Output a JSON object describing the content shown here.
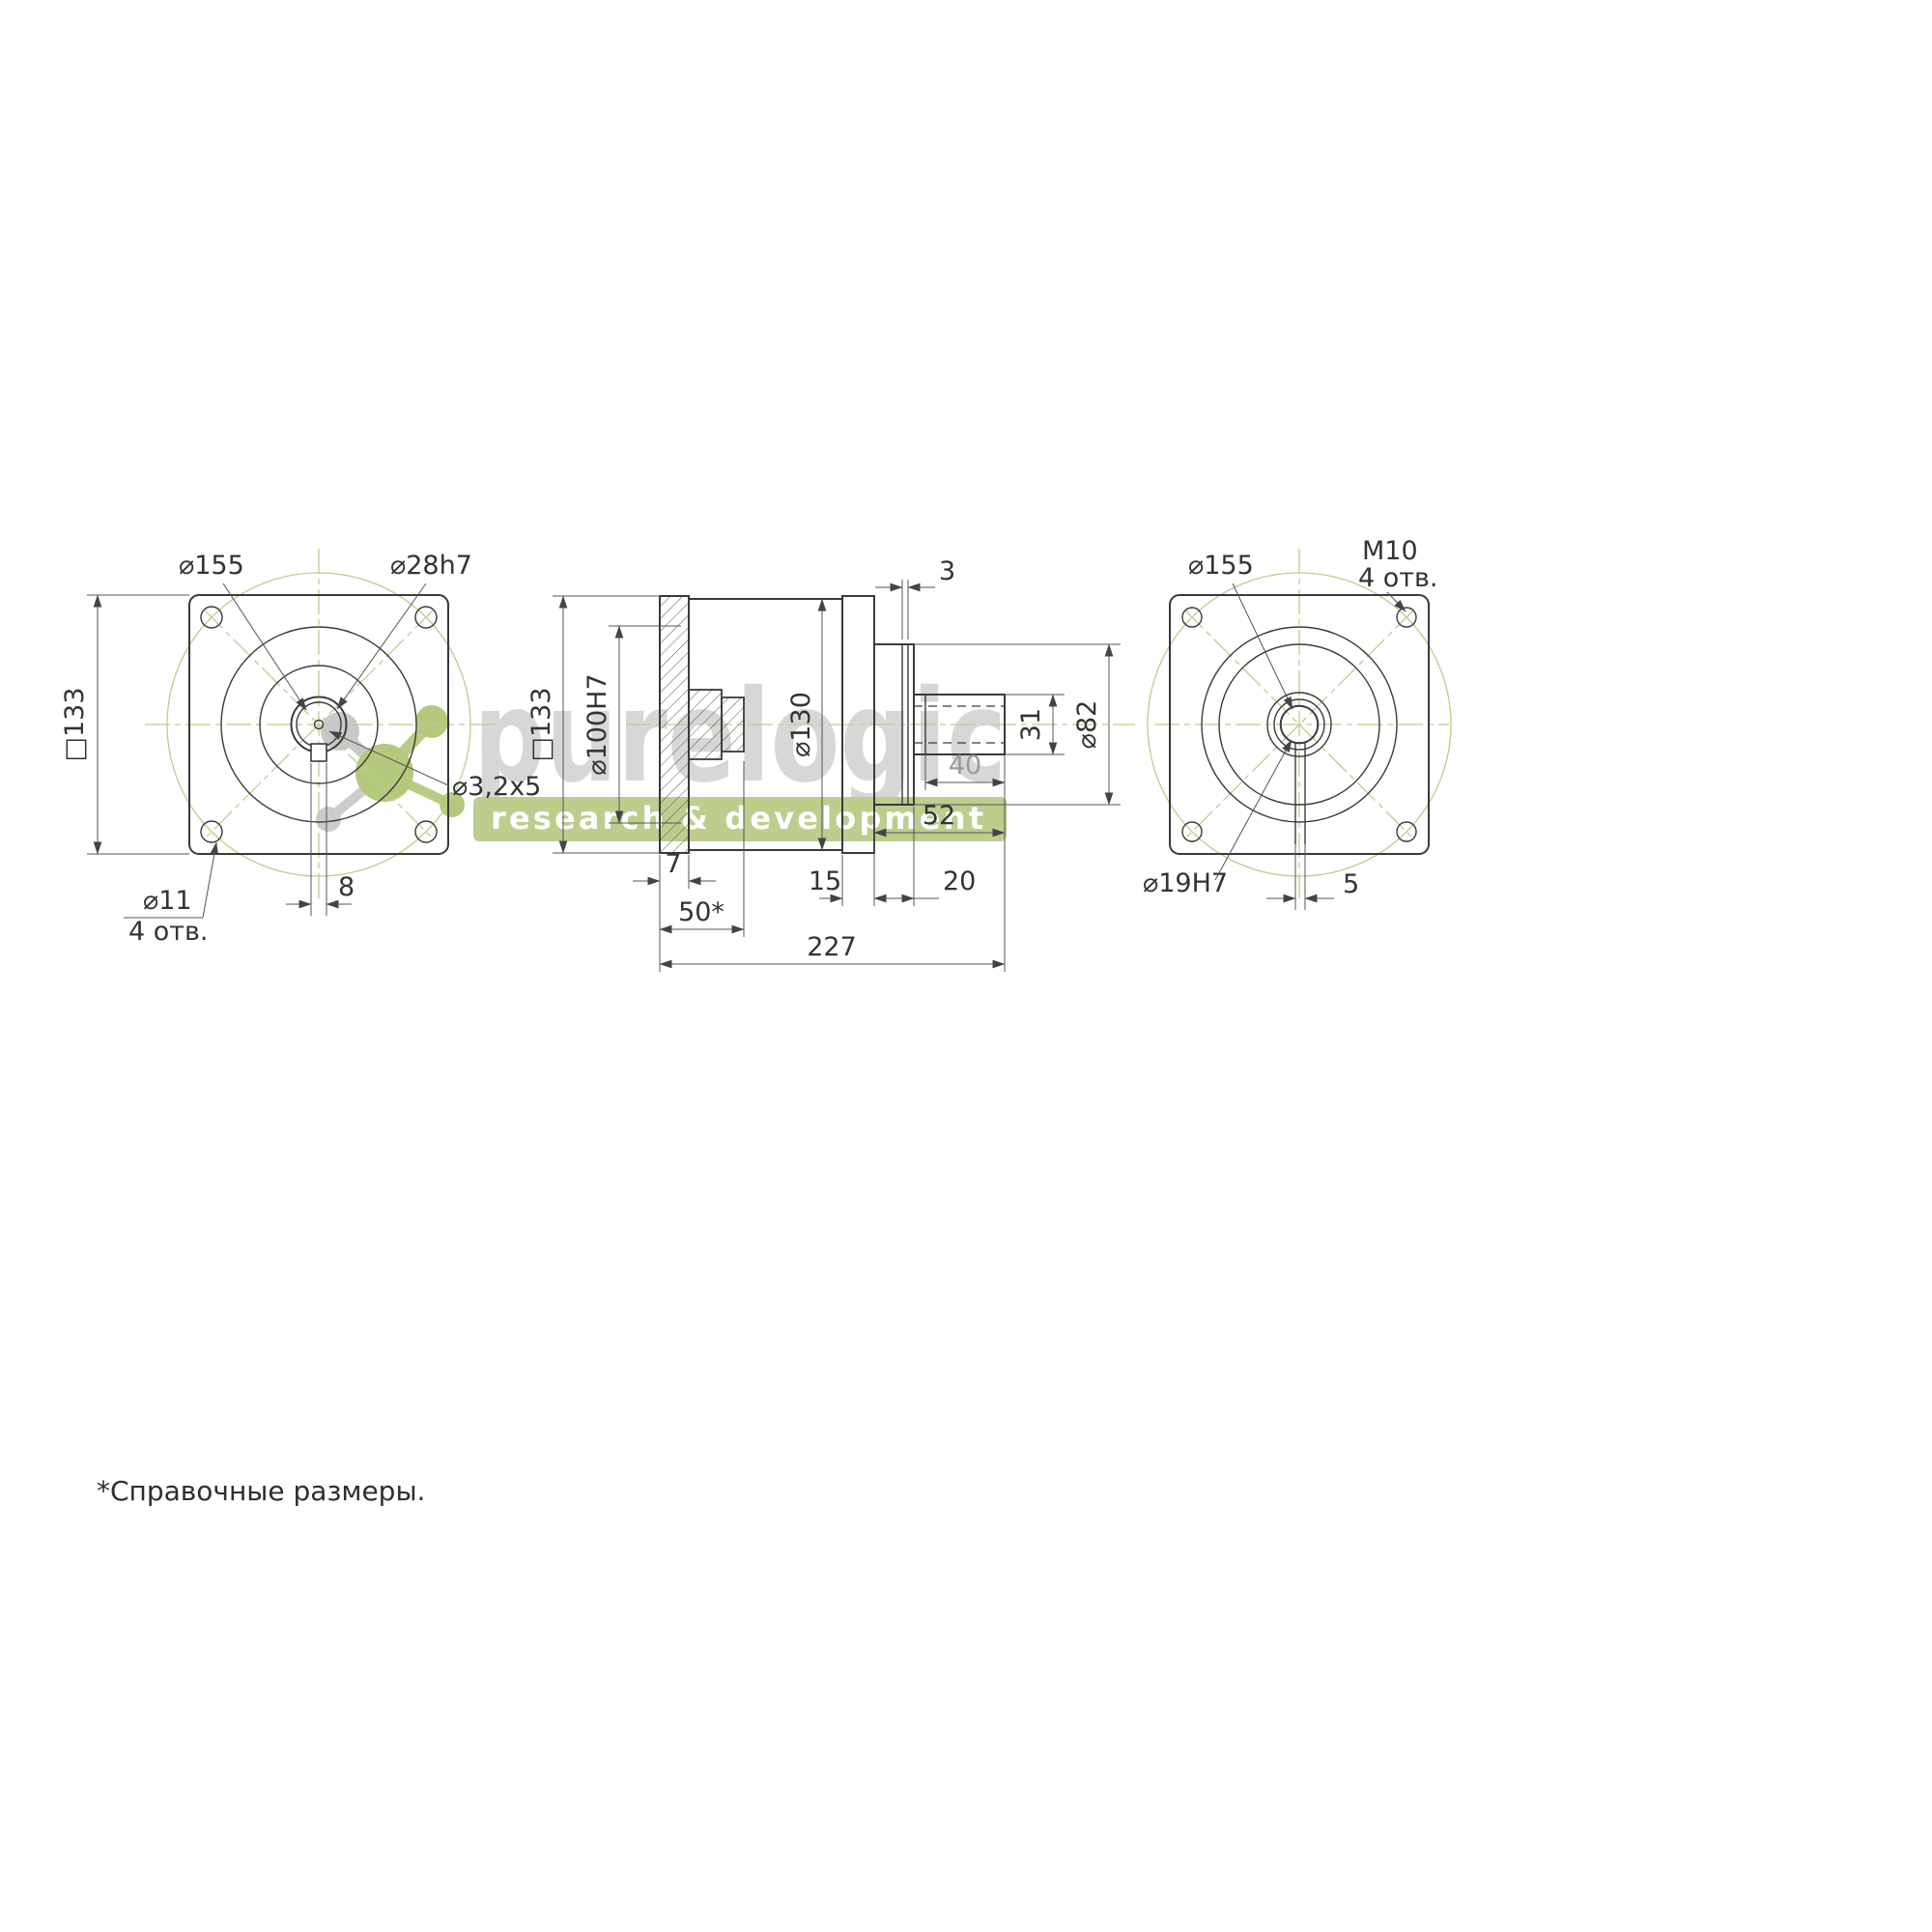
{
  "note": "*Справочные размеры.",
  "watermark": {
    "name": "purelogic",
    "tagline": "research & development"
  },
  "colors": {
    "line": "#3a3a3a",
    "centerline": "#b9cf8f",
    "dim_gray": "#9b9b9b",
    "watermark_text": "#d7d7d7",
    "watermark_bar": "#bccd8d"
  },
  "views": {
    "front": {
      "labels": {
        "bolt_circle_dia": "⌀155",
        "shaft_dia": "⌀28h7",
        "square_size": "□133",
        "center_hole": "⌀3,2x5",
        "key_width": "8",
        "corner_hole_dia": "⌀11",
        "corner_hole_qty": "4 отв."
      }
    },
    "side": {
      "labels": {
        "step_3": "3",
        "pilot_dia": "⌀100H7",
        "square_size": "□133",
        "body_dia": "⌀130",
        "hub_dia": "31",
        "boss_dia": "⌀82",
        "len_40": "40",
        "len_52": "52",
        "flange_7": "7",
        "len_15": "15",
        "len_20": "20",
        "shaft_len_50": "50*",
        "total_len": "227"
      }
    },
    "back": {
      "labels": {
        "bolt_circle_dia": "⌀155",
        "thread": "M10",
        "thread_qty": "4 отв.",
        "bore_dia": "⌀19H7",
        "slot_width": "5"
      }
    }
  }
}
